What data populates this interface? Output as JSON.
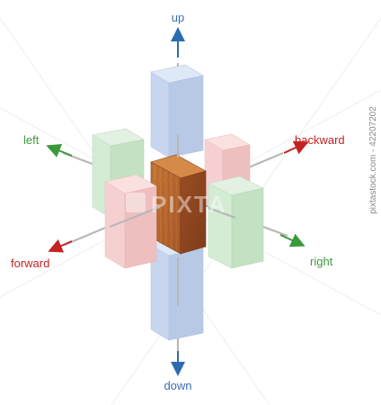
{
  "labels": {
    "up": "up",
    "down": "down",
    "left": "left",
    "right": "right",
    "forward": "forward",
    "backward": "backward"
  },
  "watermark": {
    "side_text": "pixtastock.com - 42207202",
    "center_text": "PIXTA"
  },
  "colors": {
    "vertical_axis": "#2b6cb0",
    "vertical_label": "#3a6db5",
    "left_right_axis": "#3a9a3a",
    "left_right_label": "#3f9a3f",
    "forward_backward_axis": "#c42222",
    "forward_backward_label": "#c42222",
    "axis_line": "#b8b8b8",
    "block_blue": "#c7d6ee",
    "block_green": "#cfe8cf",
    "block_red": "#f6cccc",
    "center_block": "#b8682e"
  }
}
